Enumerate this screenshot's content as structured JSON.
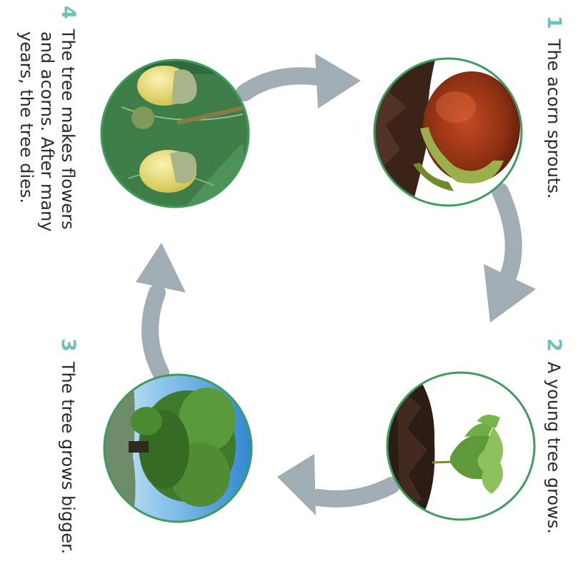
{
  "stages": [
    {
      "number": "1",
      "text": "The acorn sprouts.",
      "image": "sprouting-acorn-photo"
    },
    {
      "number": "2",
      "text": "A young tree grows.",
      "image": "seedling-photo"
    },
    {
      "number": "3",
      "text": "The tree grows bigger.",
      "image": "grown-oak-tree-photo"
    },
    {
      "number": "4",
      "text_lines": [
        "The tree makes flowers",
        "and acorns. After many",
        "years, the tree dies."
      ],
      "image": "oak-flowers-acorns-photo"
    }
  ],
  "colors": {
    "accent": "#6fc1b8",
    "circle_border": "#3f9c5f",
    "arrow": "#a1adb4",
    "text": "#2a2a2a"
  },
  "arrow_icon": "curved-arrow-icon"
}
